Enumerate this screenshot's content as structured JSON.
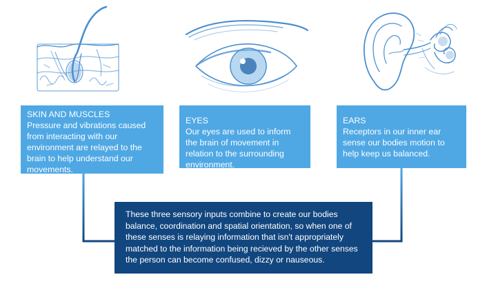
{
  "sections": [
    {
      "id": "skin",
      "heading": "SKIN AND MUSCLES",
      "body": "Pressure and vibrations caused from interacting with our environment are relayed to the brain to help understand our movements.",
      "icon": "skin-hair-icon"
    },
    {
      "id": "eyes",
      "heading": "EYES",
      "body": "Our eyes are used to inform the brain of movement in relation to the surrounding environment.",
      "icon": "eye-icon"
    },
    {
      "id": "ears",
      "heading": "EARS",
      "body": "Receptors in our inner ear sense our bodies motion to help keep us balanced.",
      "icon": "ear-icon"
    }
  ],
  "summary": "These three sensory inputs combine to create our bodies balance, coordination and spatial orientation, so when one of these senses is relaying information that isn't appropriately matched to the information being recieved by the other senses the person can become confused, dizzy or nauseous.",
  "colors": {
    "card": "#4fa8e4",
    "summary": "#12467f",
    "sketch": "#4a8fcf",
    "connector": "#1d5c9e"
  }
}
